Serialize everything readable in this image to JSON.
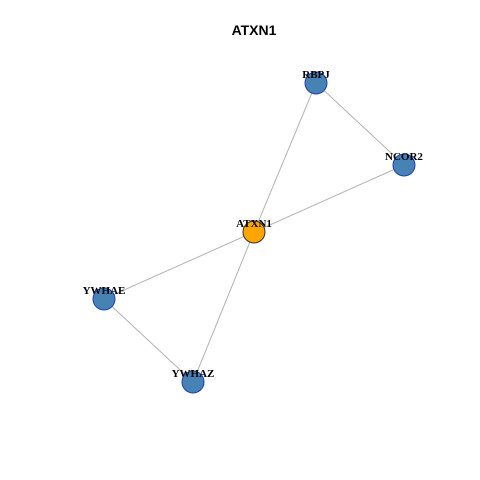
{
  "title": "ATXN1",
  "colors": {
    "center_fill": "#FFA500",
    "center_stroke": "#333333",
    "node_fill": "#4682B4",
    "node_stroke": "#1F3FB5",
    "edge": "#B3B3B3"
  },
  "nodes": [
    {
      "id": "ATXN1",
      "label": "ATXN1",
      "role": "center"
    },
    {
      "id": "RBPJ",
      "label": "RBPJ",
      "role": "neighbor"
    },
    {
      "id": "NCOR2",
      "label": "NCOR2",
      "role": "neighbor"
    },
    {
      "id": "YWHAE",
      "label": "YWHAE",
      "role": "neighbor"
    },
    {
      "id": "YWHAZ",
      "label": "YWHAZ",
      "role": "neighbor"
    }
  ],
  "edges": [
    {
      "source": "ATXN1",
      "target": "RBPJ"
    },
    {
      "source": "ATXN1",
      "target": "NCOR2"
    },
    {
      "source": "RBPJ",
      "target": "NCOR2"
    },
    {
      "source": "ATXN1",
      "target": "YWHAE"
    },
    {
      "source": "ATXN1",
      "target": "YWHAZ"
    },
    {
      "source": "YWHAE",
      "target": "YWHAZ"
    }
  ]
}
